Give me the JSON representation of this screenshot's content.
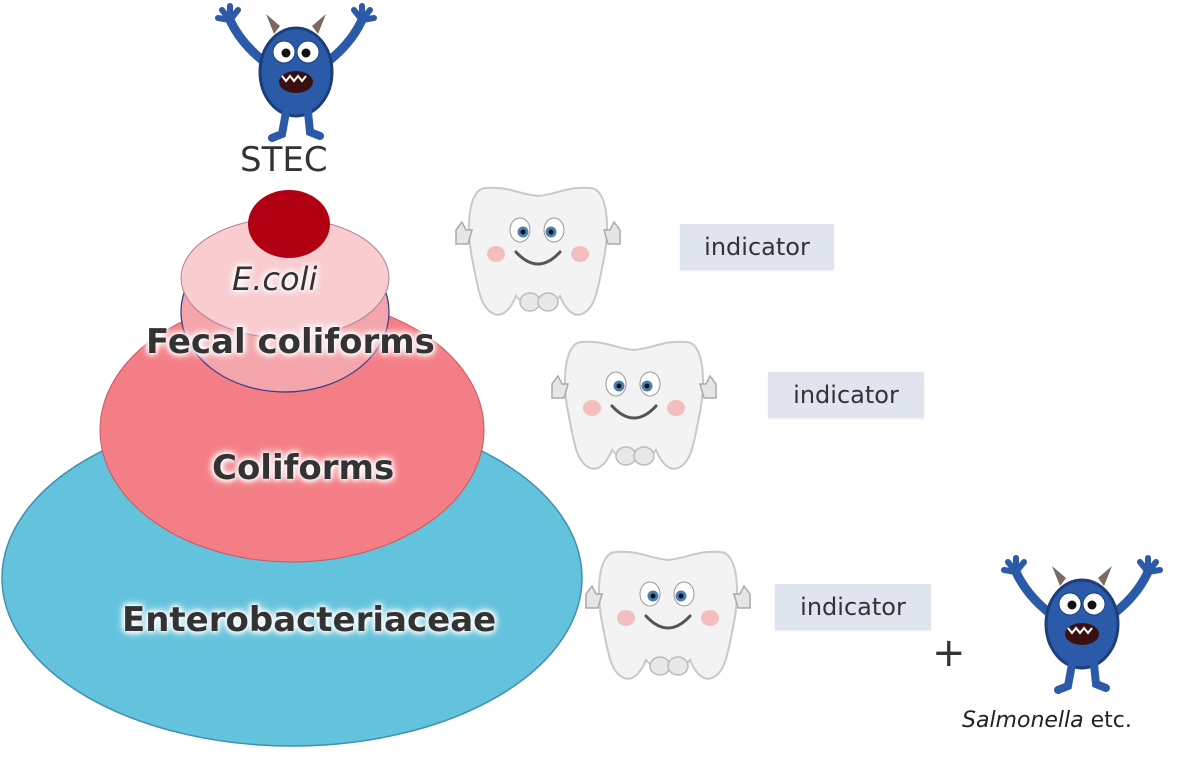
{
  "diagram": {
    "top_label": "STEC",
    "levels": [
      {
        "label": "E.coli",
        "italic": true
      },
      {
        "label": "Fecal coliforms"
      },
      {
        "label": "Coliforms"
      },
      {
        "label": "Enterobacteriaceae"
      }
    ],
    "indicator_labels": [
      "indicator",
      "indicator",
      "indicator"
    ],
    "plus_symbol": "+",
    "pathogen_label": {
      "italic_part": "Salmonella",
      "rest": " etc."
    }
  },
  "colors": {
    "enterobacteriaceae": "#64c3dc",
    "coliforms": "#f47e86",
    "fecal_coliforms": "#f4a5ab",
    "ecoli": "#f9cdd0",
    "stec": "#b00012",
    "indicator_box": "#dfe4ee",
    "monster": "#2a5aa8"
  },
  "icons": {
    "pathogen": "blue-monster-icon",
    "indicator": "tooth-mascot-icon"
  }
}
